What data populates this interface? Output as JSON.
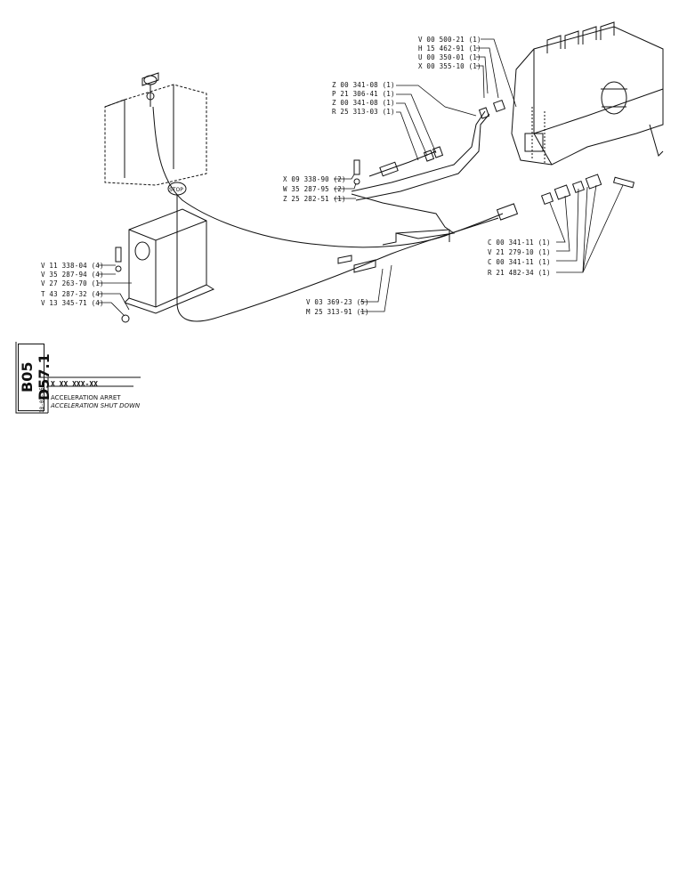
{
  "labels_top_right": [
    "V 00 500-21 (1)",
    "H 15 462-91 (1)",
    "U 00 350-01 (1)",
    "X 00 355-10 (1)"
  ],
  "labels_mid_top": [
    "Z 00 341-08 (1)",
    "P 21 306-41 (1)",
    "Z 00 341-08 (1)",
    "R 25 313-03 (1)"
  ],
  "labels_mid": [
    "X 09 338-90 (2)",
    "W 35 287-95 (2)",
    "Z 25 282-51 (1)"
  ],
  "labels_right": [
    "C 00 341-11 (1)",
    "V 21 279-10 (1)",
    "C 00 341-11 (1)",
    "R 21 482-34 (1)"
  ],
  "labels_left": [
    "V 11 338-04 (4)",
    "V 35 287-94 (4)",
    "V 27 263-70 (1)",
    "T 43 287-32 (4)",
    "V 13 345-71 (4)"
  ],
  "labels_bottom": [
    "V 03 369-23 (5)",
    "M 25 313-91 (1)"
  ],
  "knob_text": "STOP",
  "title_block": {
    "ref": "B05 D57.1",
    "date": "18-02-85",
    "code": "X XX XXX-XX",
    "title_fr": "ACCELERATION ARRET",
    "title_en": "ACCELERATION SHUT DOWN"
  }
}
